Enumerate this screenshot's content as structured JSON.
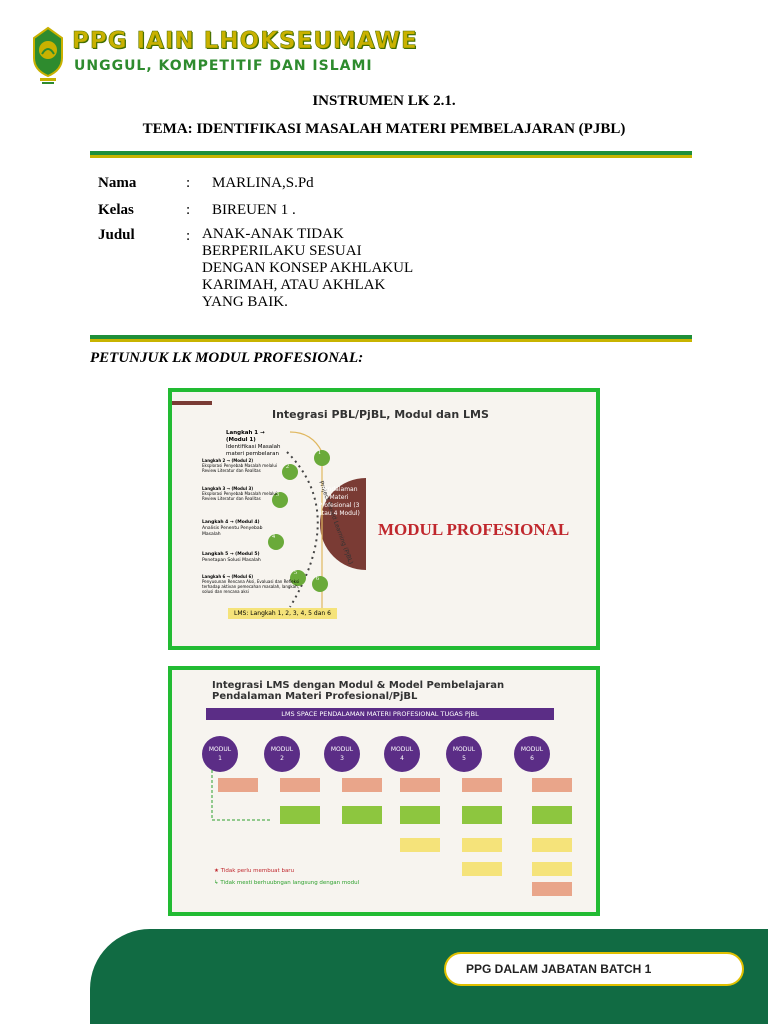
{
  "header": {
    "brand_title": "PPG IAIN LHOKSEUMAWE",
    "brand_tagline": "UNGGUL, KOMPETITIF DAN ISLAMI"
  },
  "document": {
    "title": "INSTRUMEN LK 2.1.",
    "theme": "TEMA: IDENTIFIKASI MASALAH MATERI PEMBELAJARAN (PJBL)"
  },
  "fields": [
    {
      "label": "Nama",
      "value": "MARLINA,S.Pd"
    },
    {
      "label": "Kelas",
      "value": "BIREUEN 1 ."
    },
    {
      "label": "Judul",
      "value_lines": [
        "ANAK-ANAK TIDAK",
        "BERPERILAKU SESUAI",
        "DENGAN KONSEP AKHLAKUL",
        "KARIMAH, ATAU AKHLAK",
        "YANG BAIK."
      ]
    }
  ],
  "colon": ":",
  "section_heading": "PETUNJUK LK MODUL PROFESIONAL:",
  "figure1": {
    "title": "Integrasi PBL/PjBL, Modul dan LMS",
    "side_label": "MODUL PROFESIONAL",
    "arc_label": "Project Based Learning (PjBL)",
    "half_circle_label": "Pendalaman Materi Profesional (3 atau 4 Modul)",
    "steps": [
      {
        "title": "Langkah 1 → (Modul 1)",
        "text": "Identifikasi Masalah materi pembelaran"
      },
      {
        "title": "Langkah 2 → (Modul 2)",
        "text": "Eksplorasi Penyebab Masalah melalui Review Literatur dan Realitas"
      },
      {
        "title": "Langkah 3 → (Modul 3)",
        "text": "Eksplorasi Penyebab Masalah melalui Review Literatur dan Realitas"
      },
      {
        "title": "Langkah 4 → (Modul 4)",
        "text": "Analisis Penentu Penyebab Masalah"
      },
      {
        "title": "Langkah 5 → (Modul 5)",
        "text": "Penetapan Solusi Masalah"
      },
      {
        "title": "Langkah 6 → (Modul 6)",
        "text": "Penyusunan Rencana Aksi, Evaluasi dan Refleksi terhadap aktivan pemecahan masalah, langkah, solusi dan rencana aksi"
      }
    ],
    "numbers": [
      "1",
      "2",
      "3",
      "4",
      "5",
      "6"
    ],
    "lms_label": "LMS: Langkah 1, 2, 3, 4, 5 dan 6"
  },
  "figure2": {
    "title_line1": "Integrasi LMS dengan Modul & Model Pembelajaran",
    "title_line2": "Pendalaman Materi Profesional/PjBL",
    "banner": "LMS SPACE PENDALAMAN MATERI PROFESIONAL TUGAS PjBL",
    "modules": [
      {
        "name": "MODUL",
        "num": "1"
      },
      {
        "name": "MODUL",
        "num": "2"
      },
      {
        "name": "MODUL",
        "num": "3"
      },
      {
        "name": "MODUL",
        "num": "4"
      },
      {
        "name": "MODUL",
        "num": "5"
      },
      {
        "name": "MODUL",
        "num": "6"
      }
    ],
    "legend_star": "Tidak perlu membuat baru",
    "legend_arrow": "Tidak mesti berhuubngan langsung dengan modul"
  },
  "footer": {
    "badge": "PPG DALAM JABATAN BATCH 1"
  },
  "colors": {
    "green": "#1f8f3a",
    "gold": "#c8b400",
    "footer_green": "#116b43",
    "purple": "#5b2d86",
    "brown": "#7a3b34",
    "red_title": "#c0272d"
  }
}
